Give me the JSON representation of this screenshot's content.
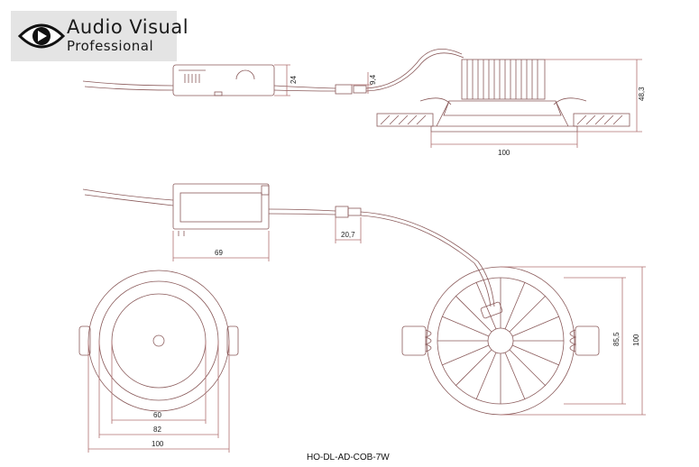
{
  "logo": {
    "line1": "Audio Visual",
    "line2": "Professional",
    "icon": "eye-icon"
  },
  "dimensions": {
    "driver_side_height": "24",
    "connector_height": "9,4",
    "fixture_height": "48,3",
    "fixture_width": "100",
    "driver_length": "69",
    "connector_length": "20,7",
    "inner_diameter": "60",
    "middle_diameter": "82",
    "outer_diameter": "100",
    "back_inner_diameter": "85,5",
    "back_outer_diameter": "100"
  },
  "caption": "HO-DL-AD-COB-7W",
  "colors": {
    "drawing_line": "#8a5a5a",
    "dimension_line": "#b07070",
    "logo_bg": "#e4e4e4"
  }
}
